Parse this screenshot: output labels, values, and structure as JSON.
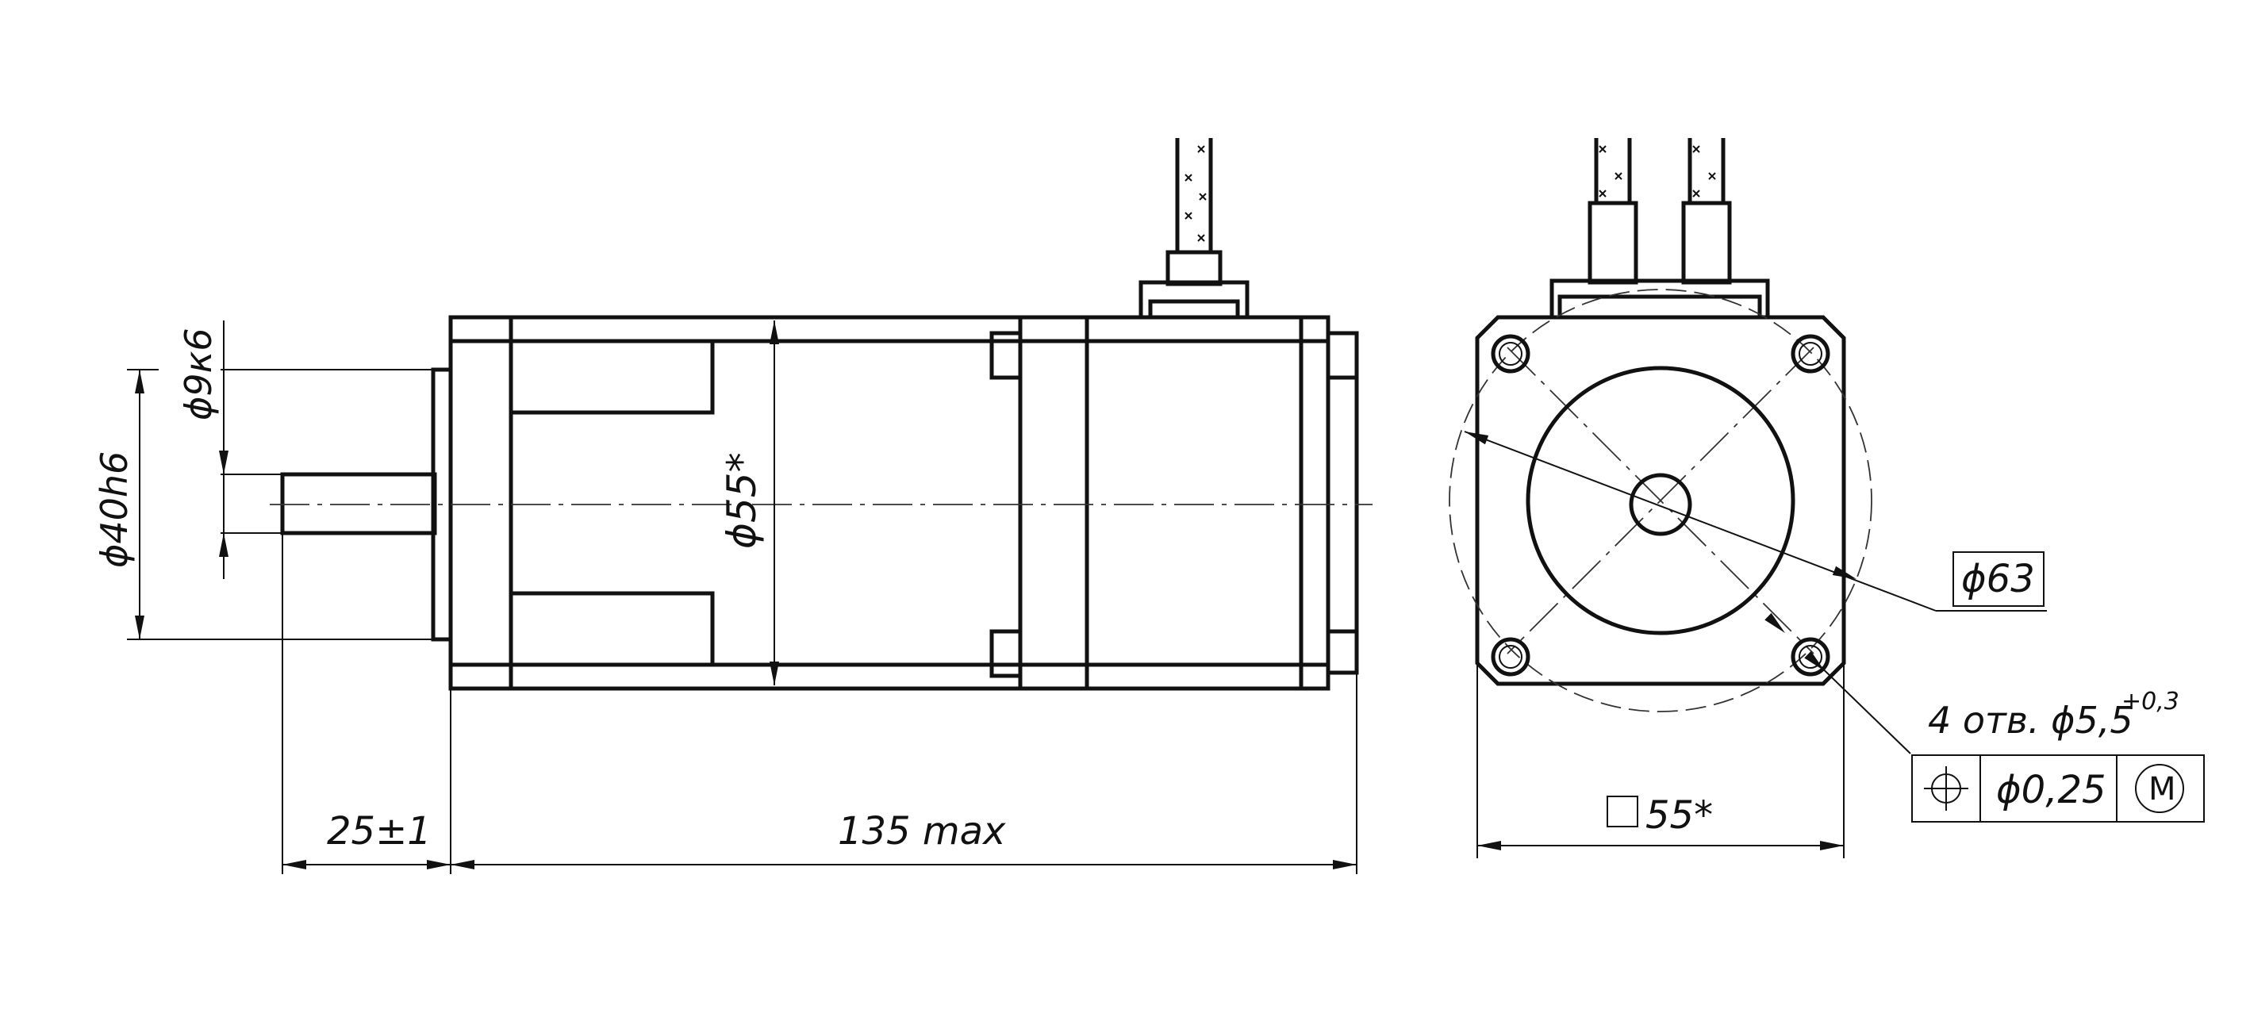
{
  "dimensions": {
    "shaft_diameter": "ϕ9к6",
    "flange_spigot_diameter": "ϕ40h6",
    "body_diameter": "ϕ55*",
    "shaft_length": "25±1",
    "overall_length": "135 max",
    "bolt_circle": "ϕ63",
    "square_size": "55*",
    "holes_label": "4 отв. ϕ5,5",
    "holes_tolerance": "+0,3"
  },
  "tolerance_frame": {
    "value": "ϕ0,25",
    "modifier": "M",
    "symbol_name": "position-symbol"
  },
  "colors": {
    "line": "#111111",
    "background": "#ffffff"
  }
}
